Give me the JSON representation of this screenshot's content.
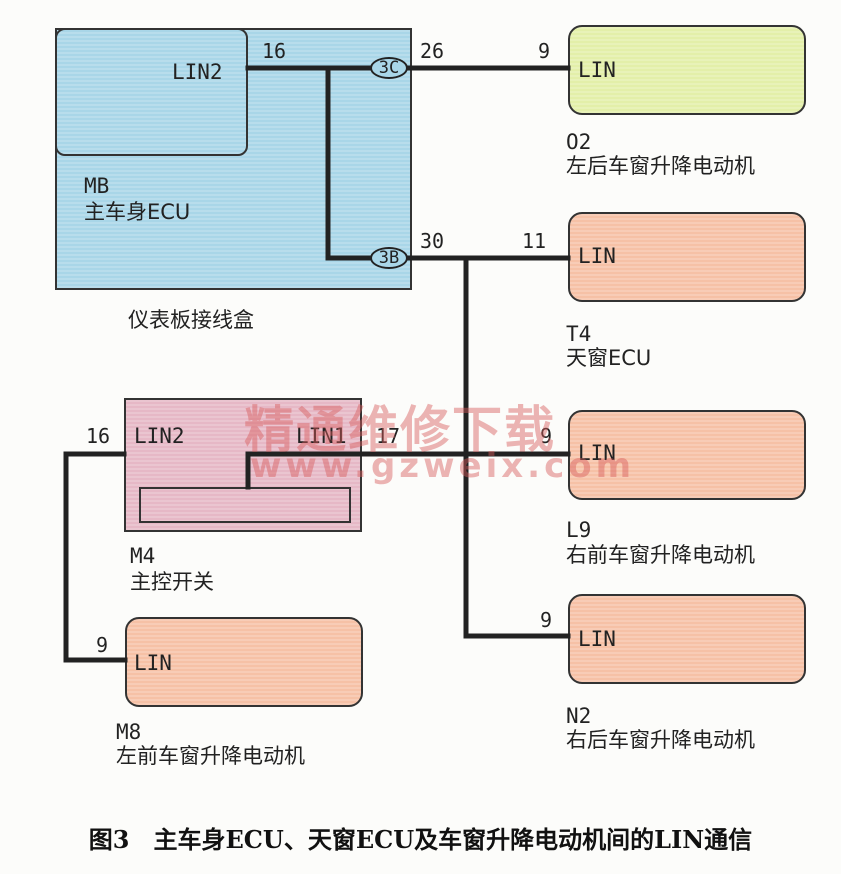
{
  "colors": {
    "junction_box": "#a9d6e8",
    "yellow_motor": "#e3efa9",
    "salmon_module": "#f6c1a6",
    "switch_box": "#e6b8c6",
    "wire": "#222222",
    "watermark": "#d65a5a"
  },
  "mb": {
    "lin_label": "LIN2",
    "pin": "16",
    "id": "MB",
    "name": "主车身ECU",
    "box_caption": "仪表板接线盒"
  },
  "connectors": {
    "c3c": "3C",
    "c3b": "3B",
    "pin_3c": "26",
    "pin_3b": "30"
  },
  "o2": {
    "pin": "9",
    "lin": "LIN",
    "id": "O2",
    "name": "左后车窗升降电动机"
  },
  "t4": {
    "pin": "11",
    "lin": "LIN",
    "id": "T4",
    "name": "天窗ECU"
  },
  "m4": {
    "lin2": "LIN2",
    "lin1": "LIN1",
    "pin_left": "16",
    "pin_right": "17",
    "id": "M4",
    "name": "主控开关"
  },
  "l9": {
    "pin": "9",
    "lin": "LIN",
    "id": "L9",
    "name": "右前车窗升降电动机"
  },
  "n2": {
    "pin": "9",
    "lin": "LIN",
    "id": "N2",
    "name": "右后车窗升降电动机"
  },
  "m8": {
    "pin": "9",
    "lin": "LIN",
    "id": "M8",
    "name": "左前车窗升降电动机"
  },
  "watermark": {
    "title": "精通维修下载",
    "url": "www.gzweix.com"
  },
  "caption": "图3　主车身ECU、天窗ECU及车窗升降电动机间的LIN通信"
}
